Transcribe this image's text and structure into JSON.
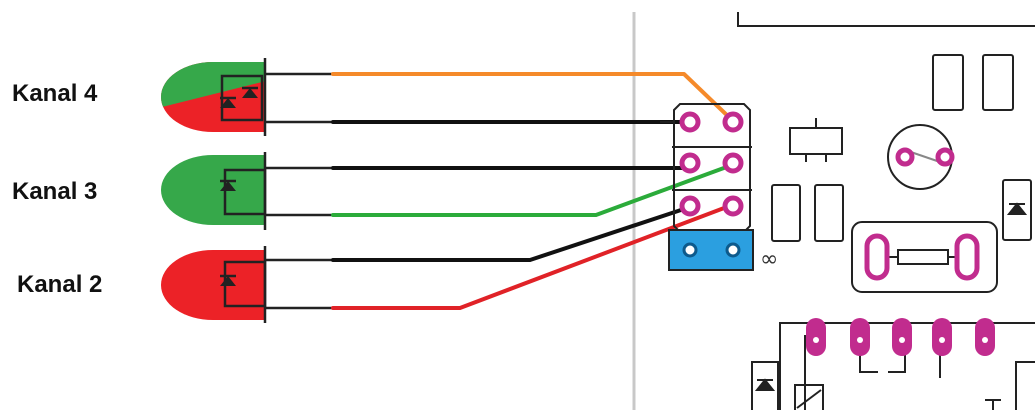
{
  "channels": [
    {
      "label": "Kanal 4"
    },
    {
      "label": "Kanal 3"
    },
    {
      "label": "Kanal 2"
    }
  ],
  "pcb_marking": "∞",
  "colors": {
    "led_green": "#36a84a",
    "led_red": "#ec2227",
    "wire_orange": "#f58a2a",
    "wire_black": "#111111",
    "wire_green": "#2bab3a",
    "wire_red": "#e02227",
    "pad_magenta": "#c12c8e",
    "jumper_blue": "#2b9fe0",
    "divider_gray": "#c8c8c8"
  },
  "wiring": [
    {
      "led": "Kanal 4",
      "lead": "top",
      "wire": "orange",
      "header_pin": "1-right"
    },
    {
      "led": "Kanal 4",
      "lead": "bottom",
      "wire": "black",
      "header_pin": "1-left"
    },
    {
      "led": "Kanal 3",
      "lead": "top",
      "wire": "black",
      "header_pin": "2-left"
    },
    {
      "led": "Kanal 3",
      "lead": "bottom",
      "wire": "green",
      "header_pin": "2-right"
    },
    {
      "led": "Kanal 2",
      "lead": "top",
      "wire": "black",
      "header_pin": "3-left"
    },
    {
      "led": "Kanal 2",
      "lead": "bottom",
      "wire": "red",
      "header_pin": "3-right"
    }
  ]
}
